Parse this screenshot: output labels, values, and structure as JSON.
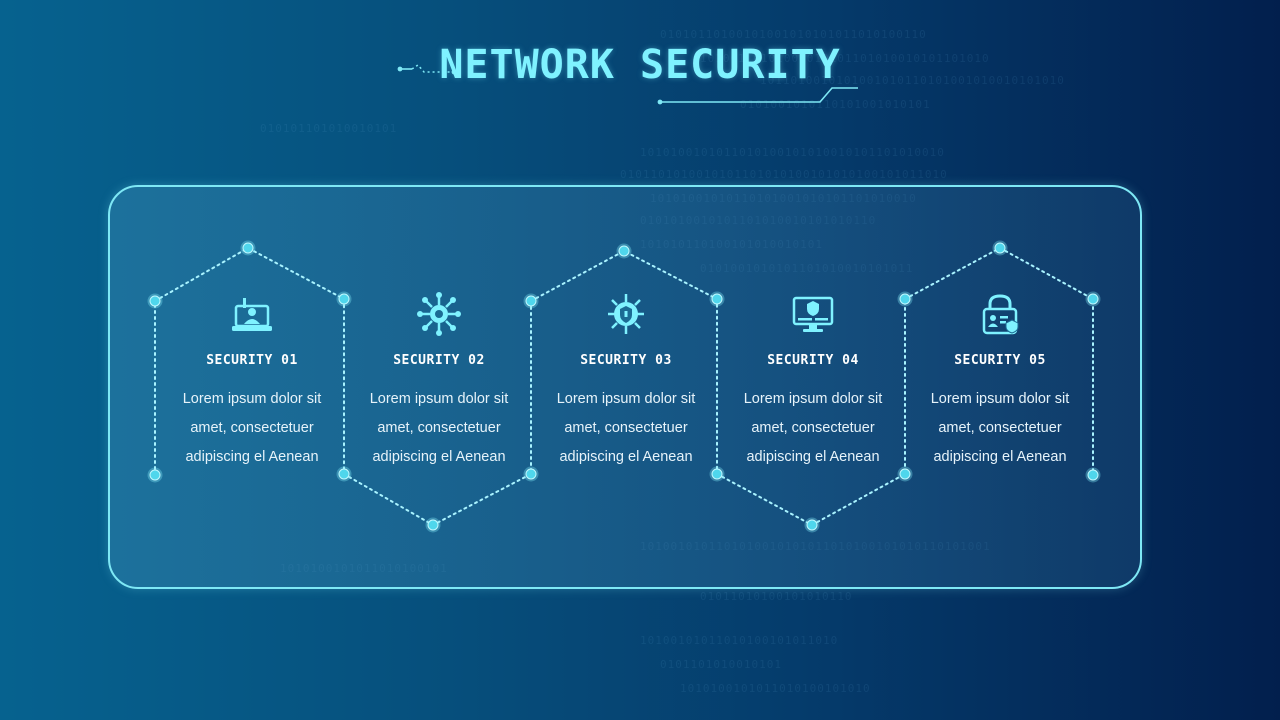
{
  "title": "NETWORK SECURITY",
  "colors": {
    "accent": "#7ff2ff",
    "line": "#7ee8f5",
    "node": "#4fd6ec",
    "background_left": "#06628f",
    "background_right": "#021f4d"
  },
  "steps": [
    {
      "title": "SECURITY 01",
      "icon": "laptop-hacker-icon",
      "text": [
        "Lorem ipsum dolor sit",
        "amet, consectetuer",
        "adipiscing el Aenean"
      ]
    },
    {
      "title": "SECURITY 02",
      "icon": "virus-icon",
      "text": [
        "Lorem ipsum dolor sit",
        "amet, consectetuer",
        "adipiscing el Aenean"
      ]
    },
    {
      "title": "SECURITY 03",
      "icon": "bug-shield-icon",
      "text": [
        "Lorem ipsum dolor sit",
        "amet, consectetuer",
        "adipiscing el Aenean"
      ]
    },
    {
      "title": "SECURITY 04",
      "icon": "monitor-shield-icon",
      "text": [
        "Lorem ipsum dolor sit",
        "amet, consectetuer",
        "adipiscing el Aenean"
      ]
    },
    {
      "title": "SECURITY 05",
      "icon": "padlock-id-icon",
      "text": [
        "Lorem ipsum dolor sit",
        "amet, consectetuer",
        "adipiscing el Aenean"
      ]
    }
  ]
}
